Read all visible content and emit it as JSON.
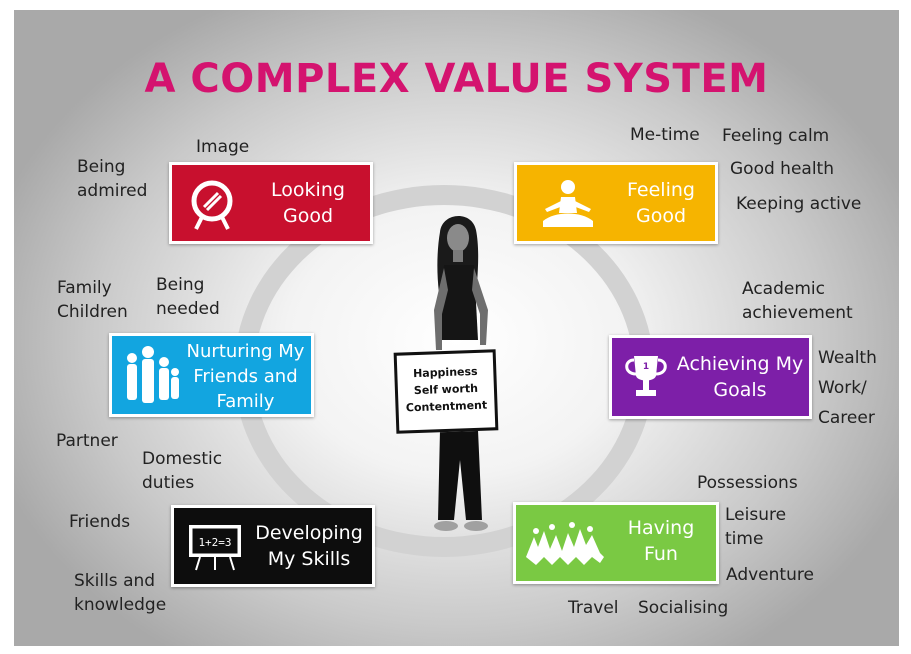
{
  "title": "A COMPLEX VALUE SYSTEM",
  "center_sign": [
    "Happiness",
    "Self worth",
    "Contentment"
  ],
  "values": {
    "looking_good": {
      "label": [
        "Looking",
        "Good"
      ],
      "icon": "mirror-icon",
      "color": "#c8102e"
    },
    "feeling_good": {
      "label": [
        "Feeling",
        "Good"
      ],
      "icon": "meditation-icon",
      "color": "#f6b400"
    },
    "nurturing": {
      "label": [
        "Nurturing My",
        "Friends and",
        "Family"
      ],
      "icon": "family-icon",
      "color": "#12a5e0"
    },
    "achieving": {
      "label": [
        "Achieving My",
        "Goals"
      ],
      "icon": "trophy-icon",
      "color": "#7d1fa8"
    },
    "developing": {
      "label": [
        "Developing",
        "My Skills"
      ],
      "icon": "chalkboard-icon",
      "color": "#0d0d0d",
      "board_text": "1+2=3"
    },
    "having_fun": {
      "label": [
        "Having",
        "Fun"
      ],
      "icon": "jumping-people-icon",
      "color": "#7ac943"
    }
  },
  "annotations": {
    "image": "Image",
    "being_admired": [
      "Being",
      "admired"
    ],
    "me_time": "Me-time",
    "feeling_calm": "Feeling calm",
    "good_health": "Good health",
    "keeping_active": "Keeping active",
    "family_children": [
      "Family",
      "Children"
    ],
    "being_needed": [
      "Being",
      "needed"
    ],
    "academic": [
      "Academic",
      "achievement"
    ],
    "wealth": "Wealth",
    "work_career": [
      "Work/",
      "Career"
    ],
    "partner": "Partner",
    "domestic": [
      "Domestic",
      "duties"
    ],
    "friends": "Friends",
    "skills": [
      "Skills and",
      "knowledge"
    ],
    "possessions": "Possessions",
    "leisure": [
      "Leisure",
      "time"
    ],
    "adventure": "Adventure",
    "travel": "Travel",
    "socialising": "Socialising"
  }
}
